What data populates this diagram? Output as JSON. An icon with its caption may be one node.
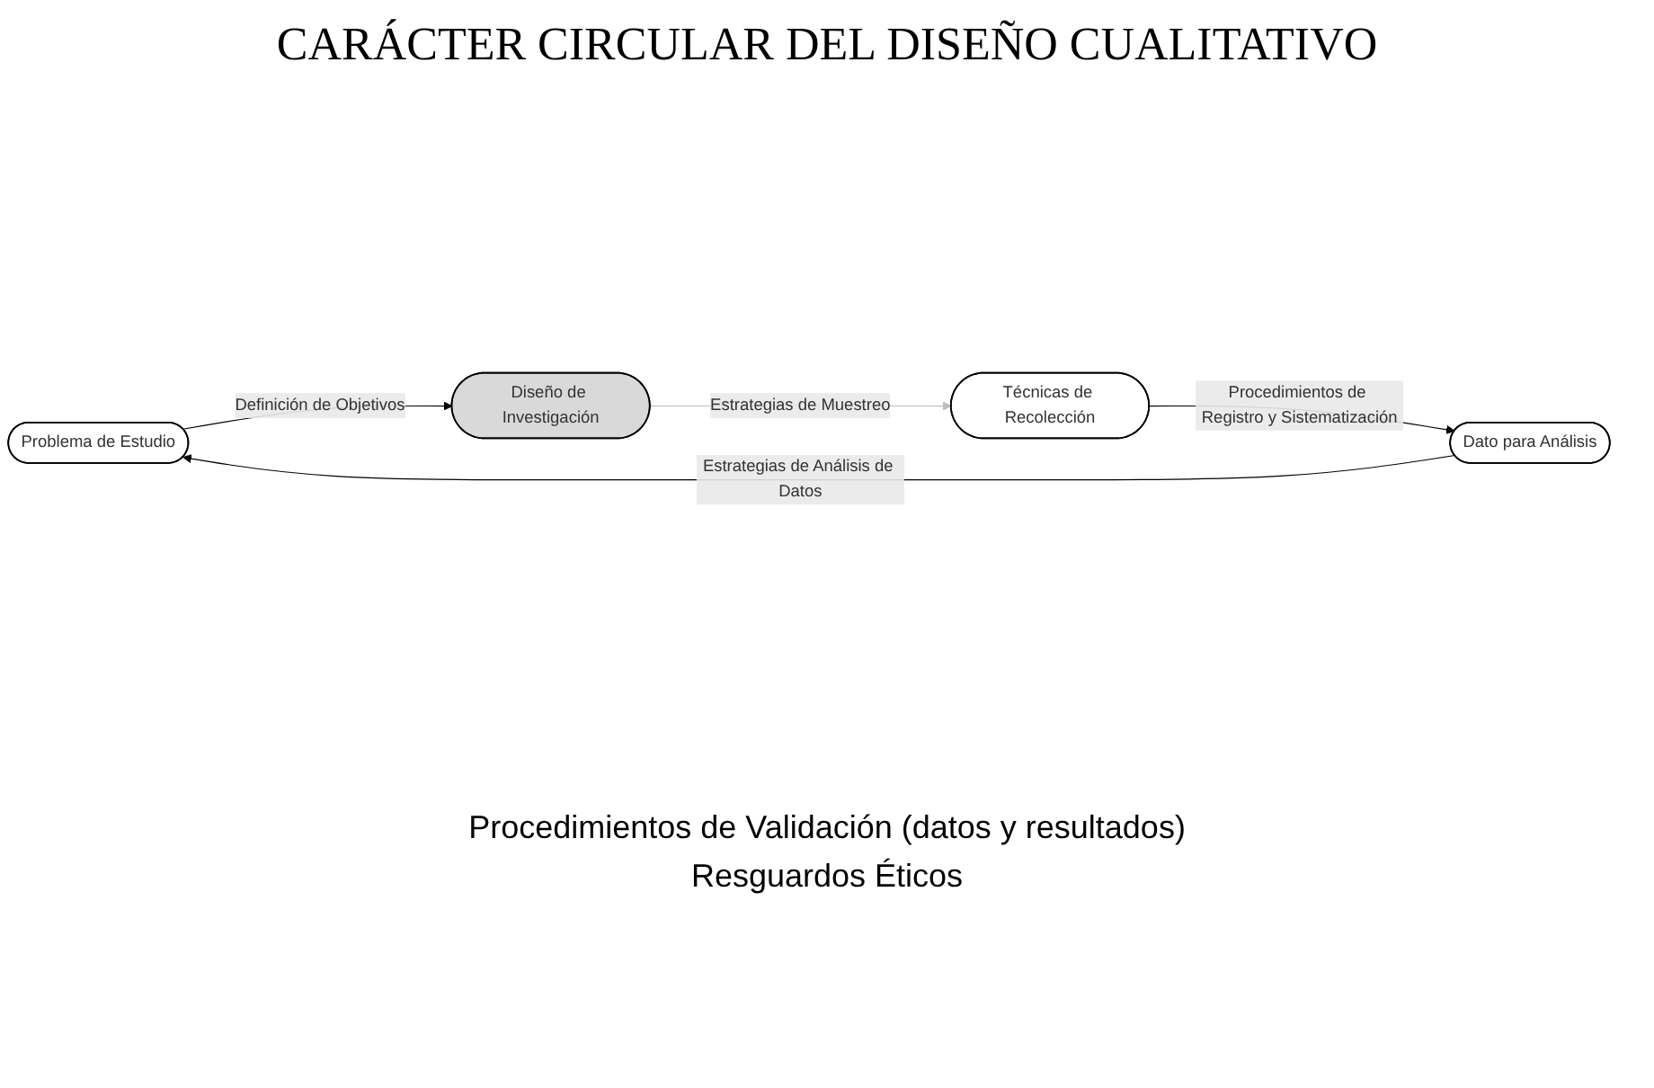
{
  "diagram": {
    "title": "CARÁCTER CIRCULAR DEL DISEÑO CUALITATIVO",
    "nodes": [
      {
        "text": [
          "Problema de Estudio"
        ]
      },
      {
        "text": [
          "Diseño de Investigación"
        ]
      },
      {
        "text": [
          "Técnicas de Recolección"
        ]
      },
      {
        "text": [
          "Dato para Análisis"
        ]
      }
    ],
    "edges": [
      {
        "from": 0,
        "to": 1,
        "arrow": "to",
        "label": "Definición de Objetivos"
      },
      {
        "from": 1,
        "to": 2,
        "arrow": "to",
        "label": "Estrategias de Muestreo",
        "color": "#bdbdbd"
      },
      {
        "from": 2,
        "to": 3,
        "arrow": "to",
        "label": "Procedimientos de Registro y Sistematización"
      },
      {
        "from": 3,
        "to": 0,
        "arrow": "to",
        "label": "Estrategias de Análisis de Datos"
      }
    ],
    "labels": [
      "Procedimientos de Validación (datos y resultados)",
      "Resguardos Éticos"
    ]
  }
}
